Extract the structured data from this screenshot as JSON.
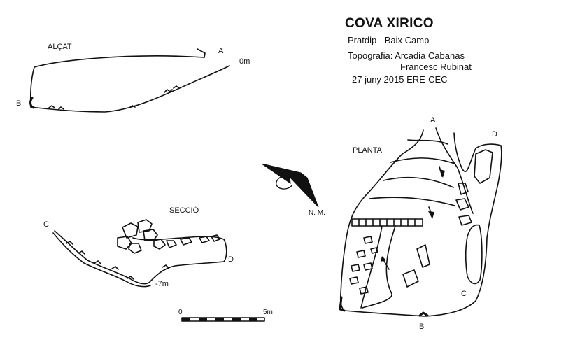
{
  "header": {
    "title": "COVA XIRICO",
    "location": "Pratdip - Baix Camp",
    "topography_line1": "Topografia: Arcadia Cabanas",
    "topography_line2": "Francesc Rubinat",
    "date_group": "27 juny 2015   ERE-CEC"
  },
  "elevation": {
    "label": "ALÇAT",
    "point_a": "A",
    "point_b": "B",
    "depth_top": "0m"
  },
  "section": {
    "label": "SECCIÓ",
    "point_c": "C",
    "point_d": "D",
    "depth_bottom": "-7m"
  },
  "plan": {
    "label": "PLANTA",
    "point_a": "A",
    "point_b": "B",
    "point_c": "C",
    "point_d": "D"
  },
  "north": {
    "label": "N. M."
  },
  "scale": {
    "start": "0",
    "end": "5m"
  }
}
